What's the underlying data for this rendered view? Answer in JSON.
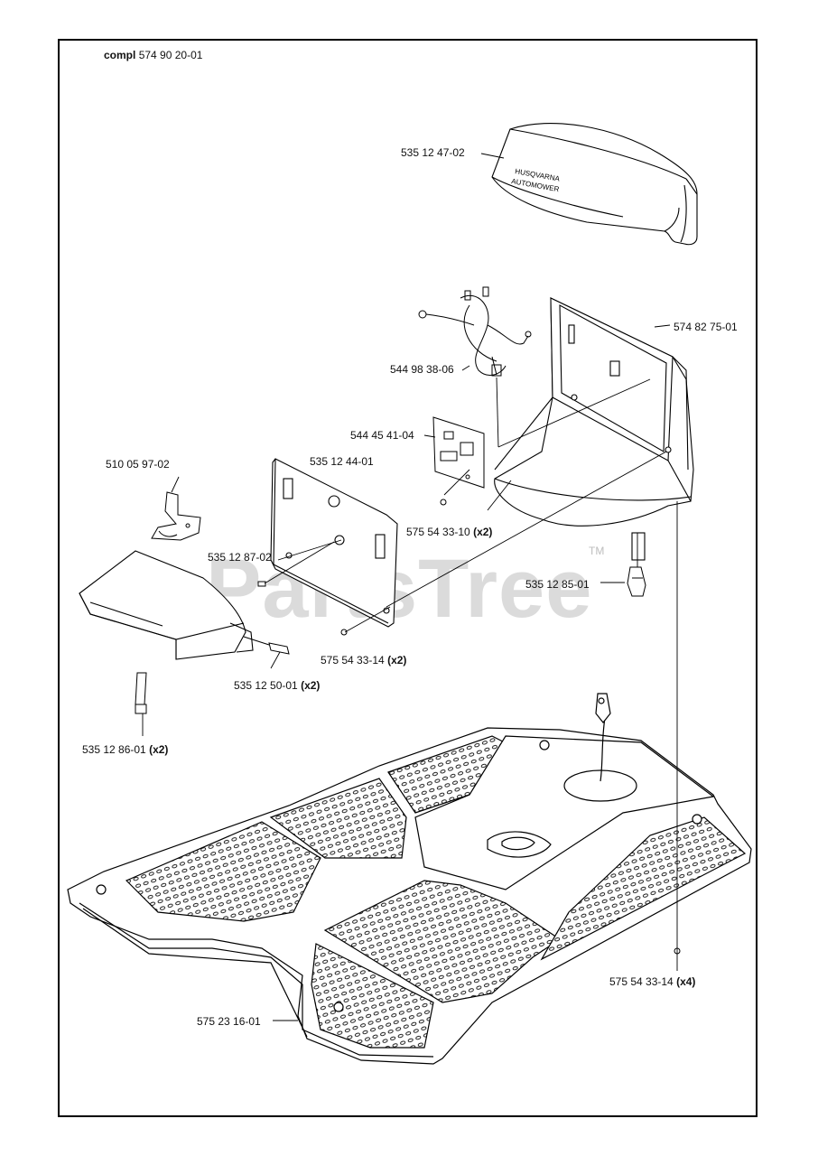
{
  "assembly": {
    "prefix": "compl",
    "number": "574 90 20-01"
  },
  "watermark": {
    "text": "PartsTree",
    "tm": "TM"
  },
  "parts": [
    {
      "id": "top-cover",
      "number": "535 12 47-02",
      "qty": ""
    },
    {
      "id": "housing",
      "number": "574 82 75-01",
      "qty": ""
    },
    {
      "id": "cable-harness",
      "number": "544 98 38-06",
      "qty": ""
    },
    {
      "id": "circuit-board",
      "number": "544 45 41-04",
      "qty": ""
    },
    {
      "id": "back-plate",
      "number": "535 12 44-01",
      "qty": ""
    },
    {
      "id": "bracket",
      "number": "510 05 97-02",
      "qty": ""
    },
    {
      "id": "screw-small",
      "number": "575 54 33-10",
      "qty": "(x2)"
    },
    {
      "id": "pin",
      "number": "535 12 87-02",
      "qty": ""
    },
    {
      "id": "connector",
      "number": "535 12 85-01",
      "qty": ""
    },
    {
      "id": "screw-plate",
      "number": "575 54 33-14",
      "qty": "(x2)"
    },
    {
      "id": "guide-pin",
      "number": "535 12 50-01",
      "qty": "(x2)"
    },
    {
      "id": "clip",
      "number": "535 12 86-01",
      "qty": "(x2)"
    },
    {
      "id": "screw-base",
      "number": "575 54 33-14",
      "qty": "(x4)"
    },
    {
      "id": "base-plate",
      "number": "575 23 16-01",
      "qty": ""
    }
  ]
}
